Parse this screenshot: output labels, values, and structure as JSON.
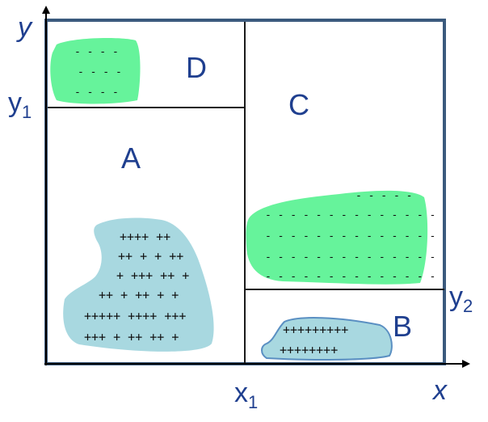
{
  "colors": {
    "frame": "#3b5a7d",
    "divider": "#1a1a1a",
    "axis": "#000000",
    "text": "#1f3f8f",
    "positive_blob": "#a8d8e0",
    "negative_blob": "#66f39b",
    "blob_b_outline": "#5a8fc2"
  },
  "axes": {
    "x": {
      "name": "x",
      "tick": {
        "main": "x",
        "sub": "1"
      }
    },
    "y": {
      "name": "y",
      "tick": {
        "main": "y",
        "sub": "1"
      }
    },
    "right_tick": {
      "main": "y",
      "sub": "2"
    }
  },
  "regions": {
    "A": {
      "label": "A"
    },
    "B": {
      "label": "B"
    },
    "C": {
      "label": "C"
    },
    "D": {
      "label": "D"
    }
  },
  "marks": {
    "blob_a": [
      "++++ ++",
      "++ + + ++",
      "+ +++ ++ +",
      "++ + ++ + +",
      "+++++ ++++ +++",
      "+++ +  ++ ++ +"
    ],
    "blob_b": [
      "+++++++++",
      "++++++++"
    ],
    "blob_c": [
      "- - -  - -",
      "- - - - - - - - - - - - - -",
      "- - - - - - - - - - - - - -",
      "- - - - - - - - - - - - - -",
      "- - - - - - - - - - - - - -",
      "- - - - - - - - - - - - - -"
    ],
    "blob_d": [
      "- - - -",
      "- - - -",
      "- - - -"
    ]
  }
}
